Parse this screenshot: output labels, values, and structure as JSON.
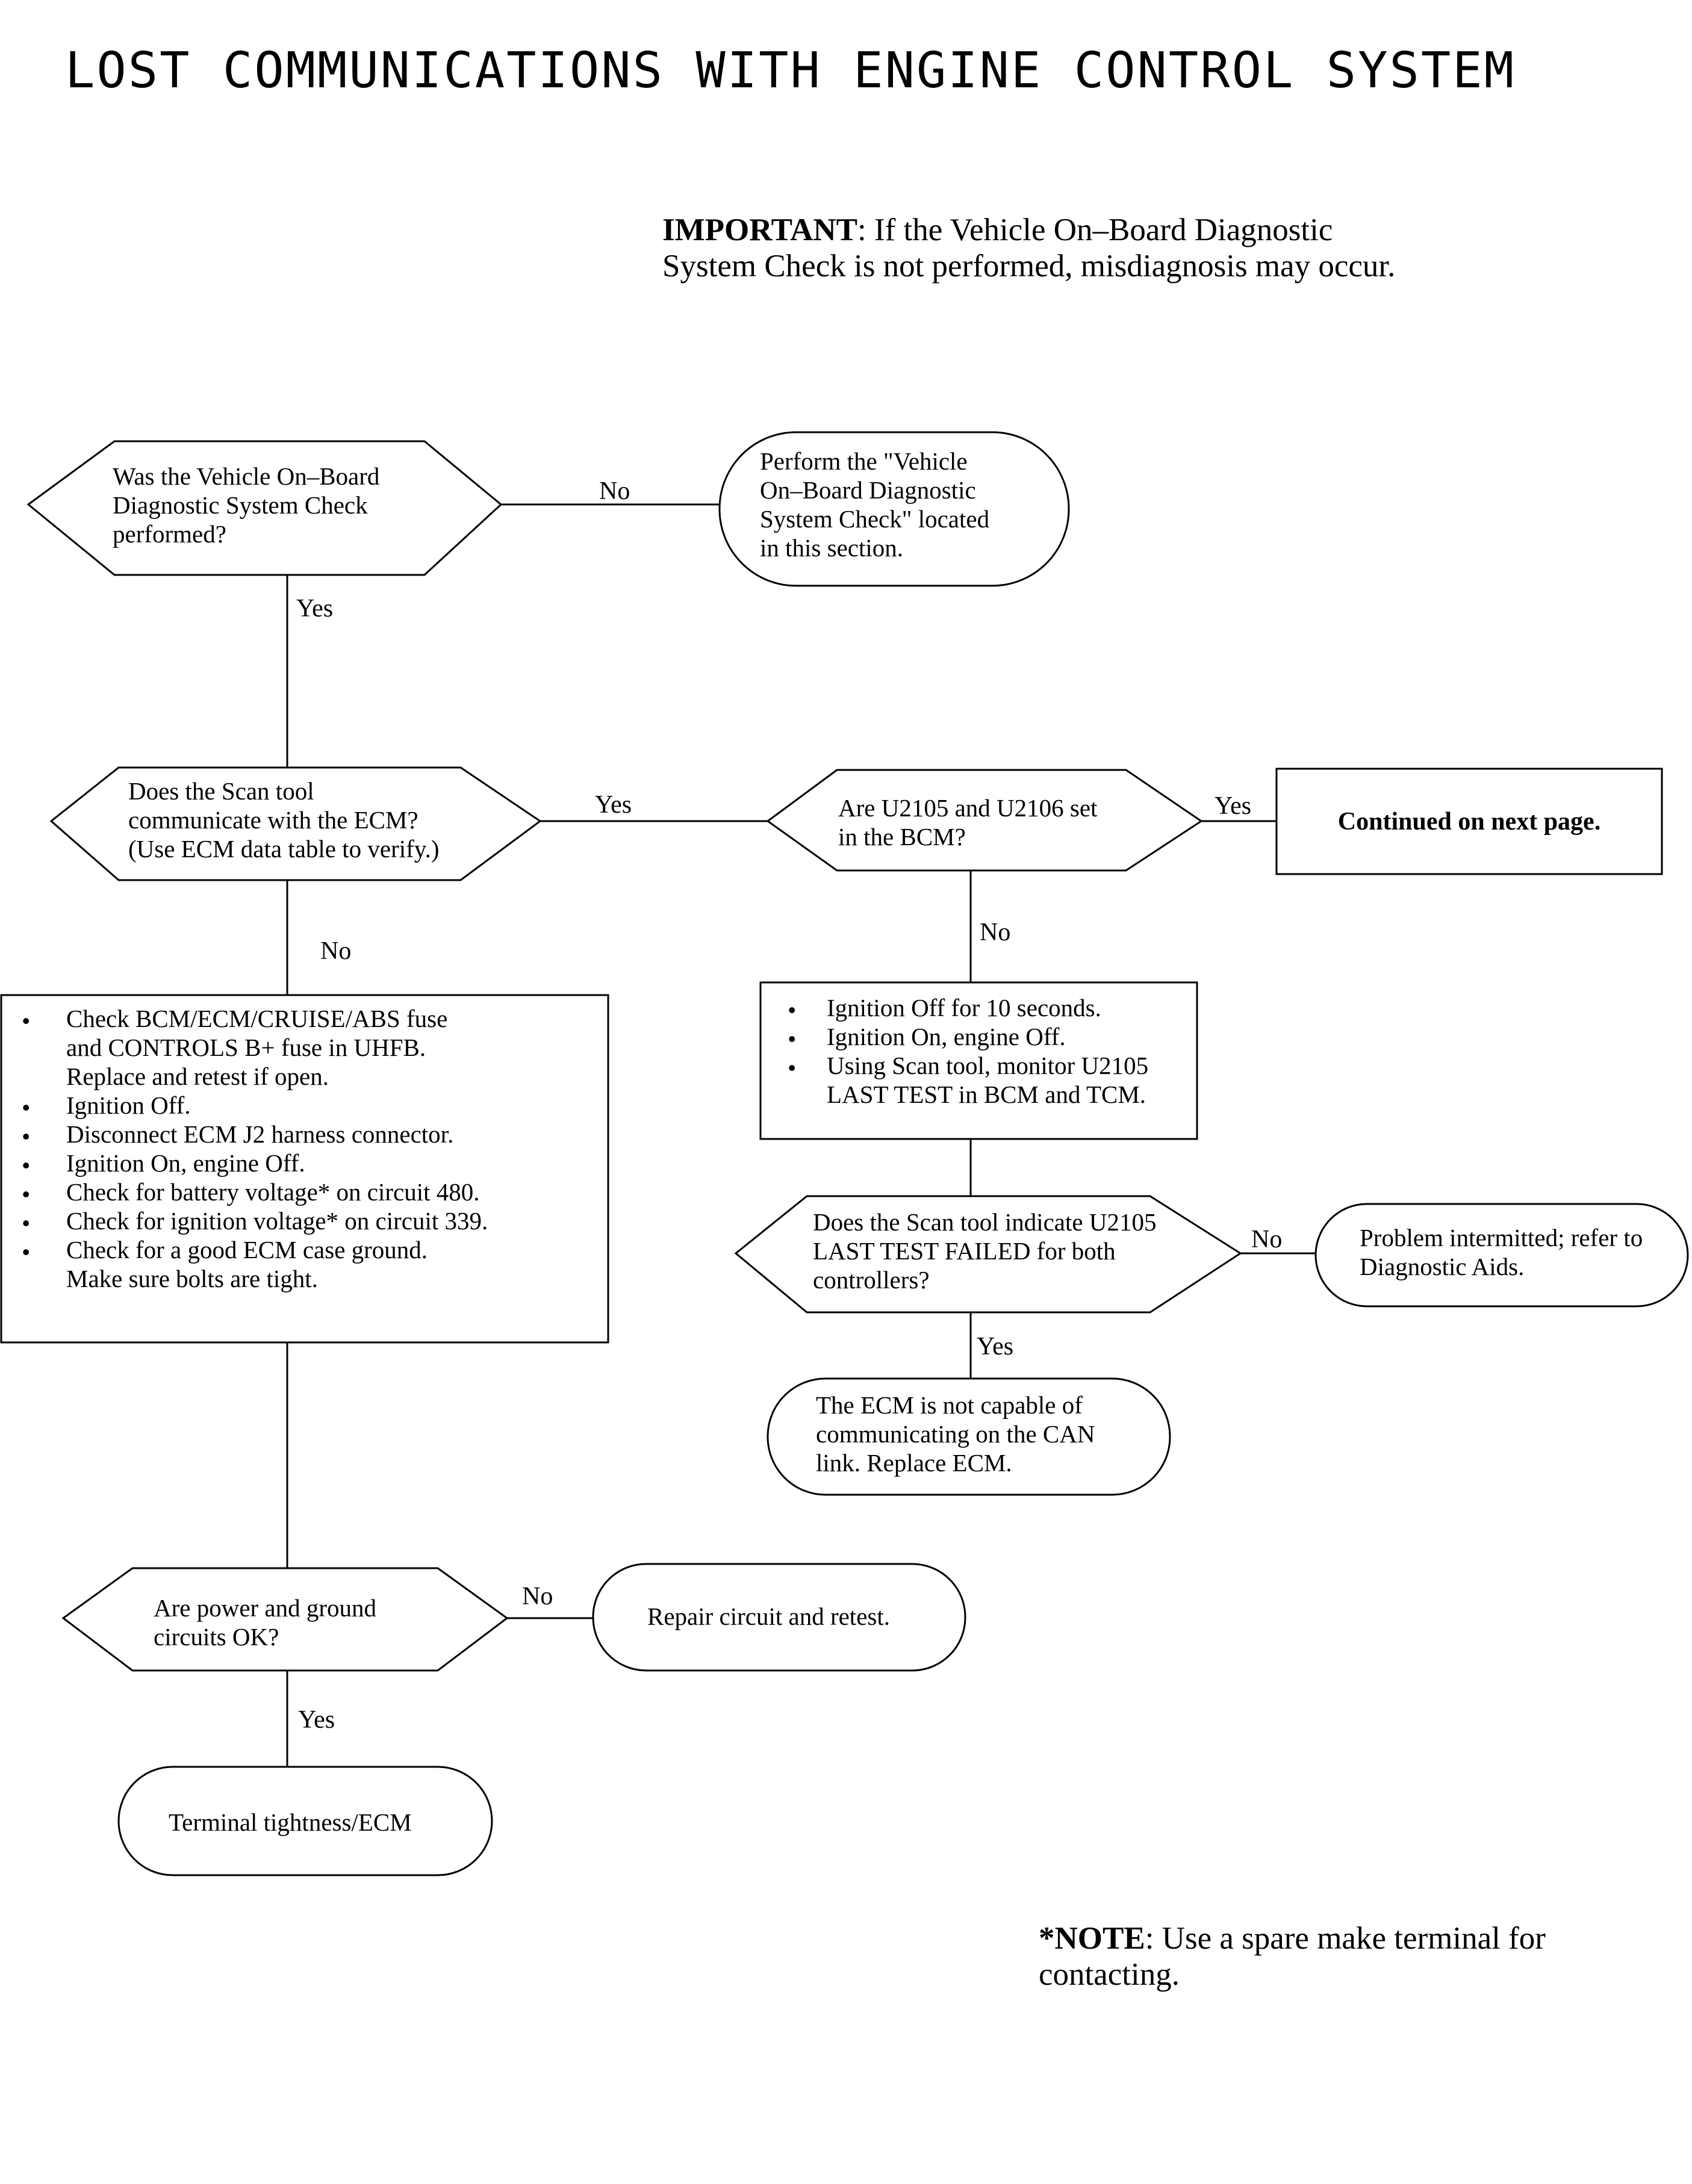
{
  "title": "LOST COMMUNICATIONS WITH ENGINE CONTROL SYSTEM",
  "important": {
    "label": "IMPORTANT",
    "text": ": If the Vehicle  On–Board Diagnostic System Check is not performed, misdiagnosis may occur."
  },
  "nodes": {
    "q1": {
      "lines": [
        "Was the Vehicle On–Board",
        "Diagnostic System Check",
        "performed?"
      ]
    },
    "t1": {
      "lines": [
        "Perform the \"Vehicle",
        "On–Board Diagnostic",
        "System Check\" located",
        "in this section."
      ]
    },
    "q2": {
      "lines": [
        "Does the Scan tool",
        "communicate with the ECM?",
        "(Use ECM data table to verify.)"
      ]
    },
    "q3": {
      "lines": [
        "Are U2105 and U2106 set",
        "in the BCM?"
      ]
    },
    "cont": {
      "text": "Continued on next  page."
    },
    "box1": {
      "items": [
        [
          "Check BCM/ECM/CRUISE/ABS fuse",
          "and CONTROLS B+ fuse in UHFB.",
          "Replace and retest if open."
        ],
        [
          "Ignition Off."
        ],
        [
          "Disconnect ECM J2 harness connector."
        ],
        [
          "Ignition On, engine Off."
        ],
        [
          "Check for battery voltage* on circuit 480."
        ],
        [
          "Check  for ignition voltage* on circuit 339."
        ],
        [
          "Check for a good ECM case ground.",
          "Make sure bolts are tight."
        ]
      ]
    },
    "box2": {
      "items": [
        [
          "Ignition Off for 10 seconds."
        ],
        [
          "Ignition On, engine Off."
        ],
        [
          "Using Scan tool, monitor U2105",
          "LAST TEST in BCM and TCM."
        ]
      ]
    },
    "q4": {
      "lines": [
        "Does the Scan tool indicate U2105",
        "LAST TEST FAILED for both",
        "controllers?"
      ]
    },
    "t2": {
      "lines": [
        "Problem intermitted; refer to",
        "Diagnostic Aids."
      ]
    },
    "t3": {
      "lines": [
        "The ECM is not capable of",
        "communicating on the CAN",
        "link.  Replace ECM."
      ]
    },
    "q5": {
      "lines": [
        "Are power and ground",
        "circuits OK?"
      ]
    },
    "t4": {
      "text": "Repair circuit and retest."
    },
    "t5": {
      "text": "Terminal tightness/ECM"
    }
  },
  "edge_labels": {
    "q1_no": "No",
    "q1_yes": "Yes",
    "q2_yes": "Yes",
    "q2_no": "No",
    "q3_yes": "Yes",
    "q3_no": "No",
    "q4_no": "No",
    "q4_yes": "Yes",
    "q5_no": "No",
    "q5_yes": "Yes"
  },
  "note": {
    "label": "*NOTE",
    "text": ":  Use a spare make terminal for contacting."
  }
}
